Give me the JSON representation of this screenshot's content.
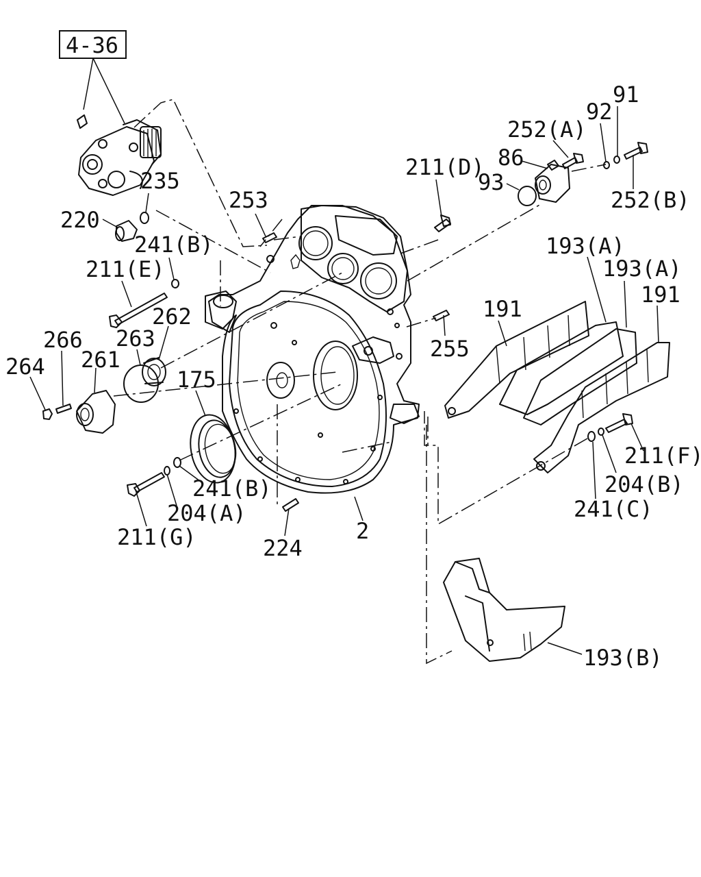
{
  "reference_box": "4-36",
  "callouts": {
    "c235": "235",
    "c220": "220",
    "c253": "253",
    "c241b_top": "241(B)",
    "c211e": "211(E)",
    "c262": "262",
    "c266": "266",
    "c263": "263",
    "c264": "264",
    "c261": "261",
    "c175": "175",
    "c211d": "211(D)",
    "c252a": "252(A)",
    "c92": "92",
    "c91": "91",
    "c86": "86",
    "c93": "93",
    "c252b": "252(B)",
    "c193a_1": "193(A)",
    "c193a_2": "193(A)",
    "c191_1": "191",
    "c191_2": "191",
    "c255": "255",
    "c211f": "211(F)",
    "c204b": "204(B)",
    "c241c": "241(C)",
    "c241b_bottom": "241(B)",
    "c204a": "204(A)",
    "c211g": "211(G)",
    "c224": "224",
    "c2": "2",
    "c193b": "193(B)"
  }
}
